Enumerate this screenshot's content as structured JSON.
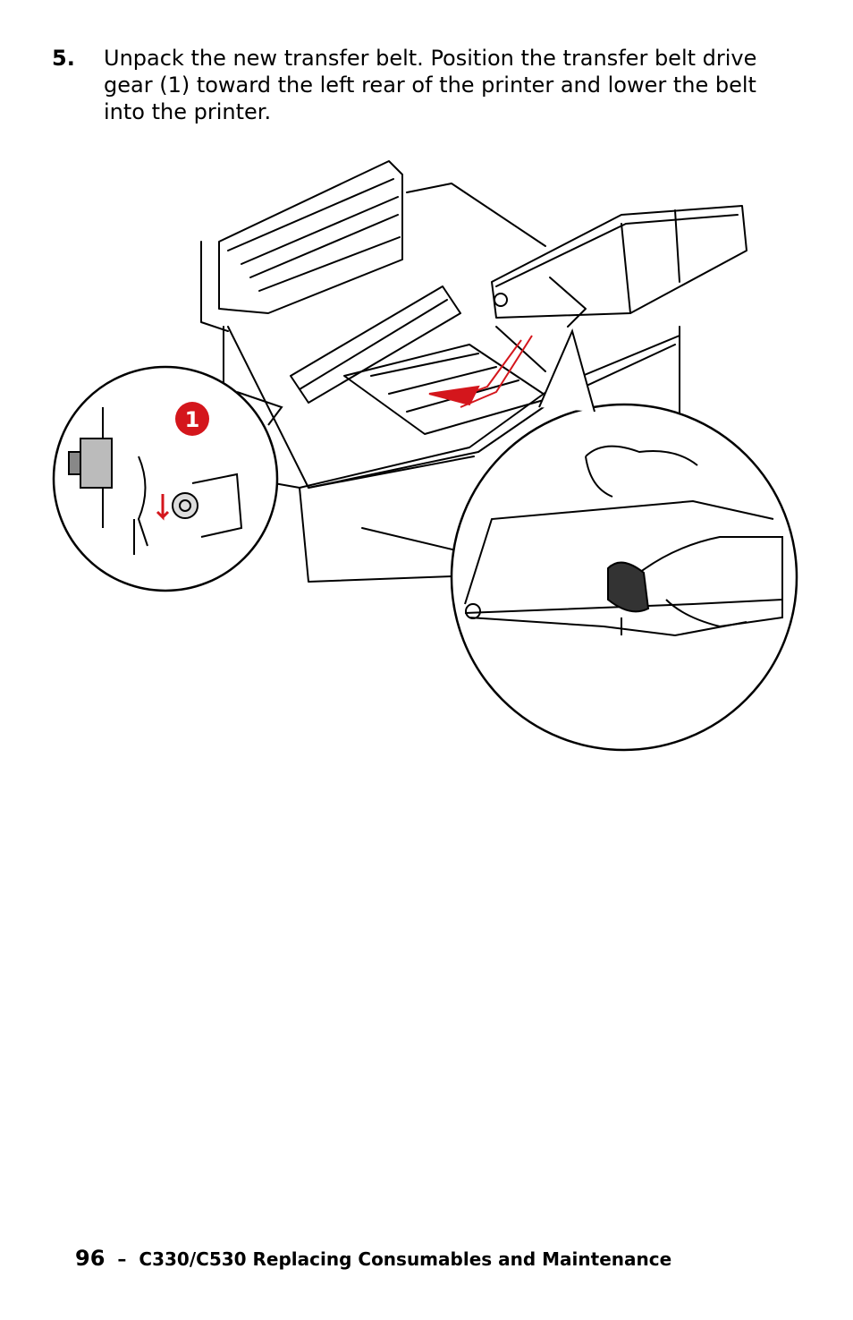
{
  "step": {
    "number": "5.",
    "text": "Unpack the new transfer belt. Position the transfer belt drive gear (1) toward the left rear of the printer and lower the belt into the printer."
  },
  "figure": {
    "callout_label": "1",
    "colors": {
      "accent_red": "#d4161c",
      "line": "#000000"
    }
  },
  "footer": {
    "page_number": "96",
    "separator": "–",
    "title": "C330/C530 Replacing Consumables and Maintenance"
  }
}
